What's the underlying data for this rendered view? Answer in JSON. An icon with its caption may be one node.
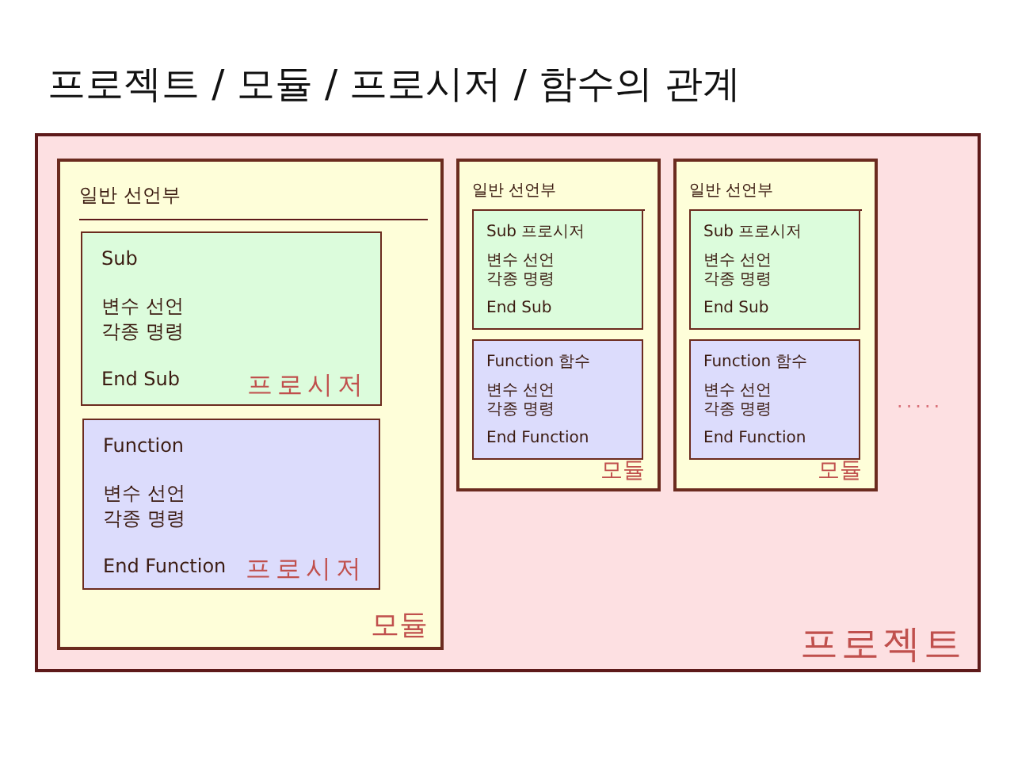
{
  "diagram": {
    "title": "프로젝트 / 모듈 / 프로시저 / 함수의 관계",
    "nodes": [
      {
        "text": [
          "프로젝트"
        ]
      },
      {
        "text": [
          "일반 선언부",
          "모듈"
        ],
        "in": 0
      },
      {
        "text": [
          "Sub",
          "변수 선언 각종 명령",
          "End Sub",
          "프로시저"
        ],
        "in": 1
      },
      {
        "text": [
          "Function",
          "변수 선언 각종 명령",
          "End Function",
          "프로시저"
        ],
        "in": 1
      },
      {
        "text": [
          "일반 선언부",
          "모듈"
        ],
        "in": 0
      },
      {
        "text": [
          "Sub 프로시저",
          "변수 선언 각종 명령",
          "End Sub"
        ],
        "in": 4
      },
      {
        "text": [
          "Function 함수",
          "변수 선언 각종 명령",
          "End Function"
        ],
        "in": 4
      },
      {
        "text": [
          "일반 선언부",
          "모듈"
        ],
        "in": 0
      },
      {
        "text": [
          "Sub 프로시저",
          "변수 선언 각종 명령",
          "End Sub"
        ],
        "in": 7
      },
      {
        "text": [
          "Function 함수",
          "변수 선언 각종 명령",
          "End Function"
        ],
        "in": 7
      }
    ],
    "edges": [],
    "labels": [
      "....."
    ]
  }
}
